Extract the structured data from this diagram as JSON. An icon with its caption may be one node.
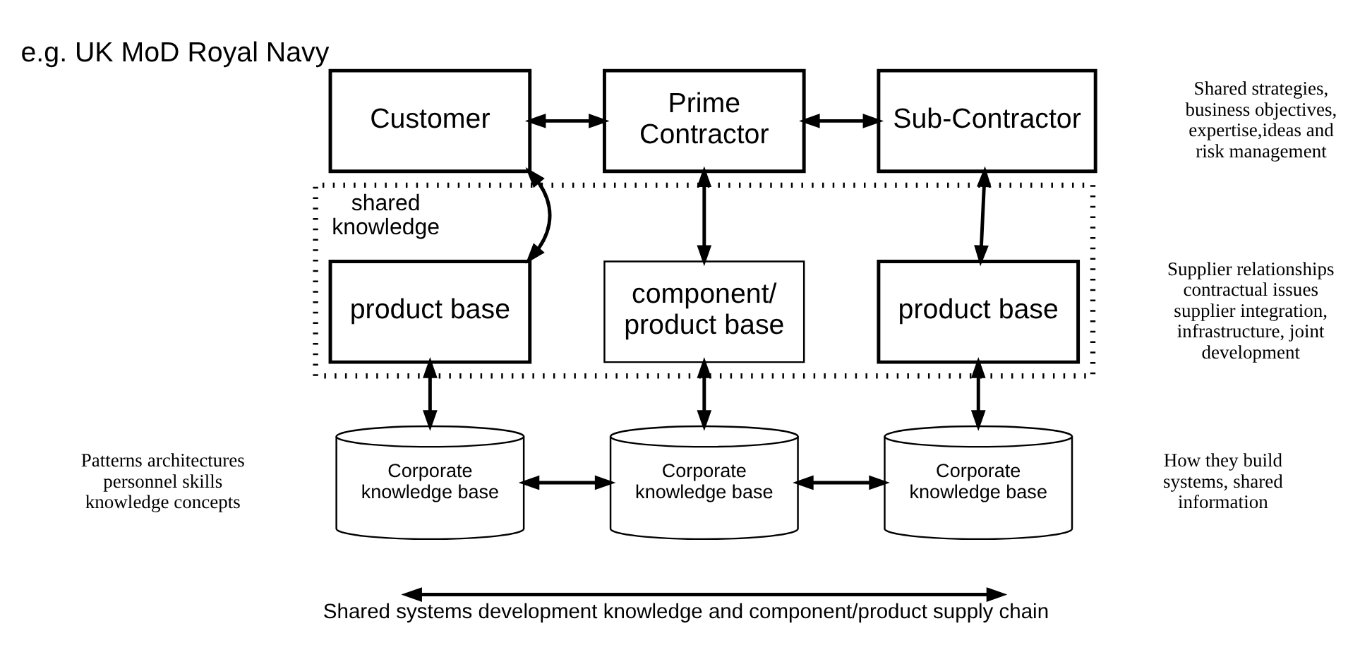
{
  "diagram": {
    "caption": "Shared systems development knowledge and component/product supply chain",
    "nodes": [
      {
        "text": [
          "Customer"
        ],
        "beside": [
          "e.g. UK MoD Royal Navy"
        ]
      },
      {
        "text": [
          "Prime Contractor"
        ]
      },
      {
        "text": [
          "Sub-Contractor"
        ]
      },
      {
        "text": [
          "shared knowledge"
        ]
      },
      {
        "text": [
          "product base"
        ],
        "in": 3
      },
      {
        "text": [
          "component/ product base"
        ],
        "in": 3
      },
      {
        "text": [
          "product base"
        ],
        "in": 3
      },
      {
        "text": [
          "Corporate knowledge base"
        ]
      },
      {
        "text": [
          "Corporate knowledge base"
        ]
      },
      {
        "text": [
          "Corporate knowledge base"
        ]
      }
    ],
    "edges": [
      {
        "from": 0,
        "to": 1,
        "arrow": "both"
      },
      {
        "from": 1,
        "to": 2,
        "arrow": "both"
      },
      {
        "from": 0,
        "to": 4,
        "arrow": "both"
      },
      {
        "from": 1,
        "to": 5,
        "arrow": "both"
      },
      {
        "from": 2,
        "to": 6,
        "arrow": "both"
      },
      {
        "from": 4,
        "to": 7,
        "arrow": "both"
      },
      {
        "from": 5,
        "to": 8,
        "arrow": "both"
      },
      {
        "from": 6,
        "to": 9,
        "arrow": "both"
      },
      {
        "from": 7,
        "to": 8,
        "arrow": "both"
      },
      {
        "from": 8,
        "to": 9,
        "arrow": "both"
      }
    ],
    "labels": [
      "Shared strategies, business objectives, expertise,ideas and risk management",
      "Supplier relationships contractual issues supplier integration, infrastructure, joint development",
      "Patterns architectures personnel skills knowledge concepts",
      "How they build systems, shared information"
    ]
  }
}
